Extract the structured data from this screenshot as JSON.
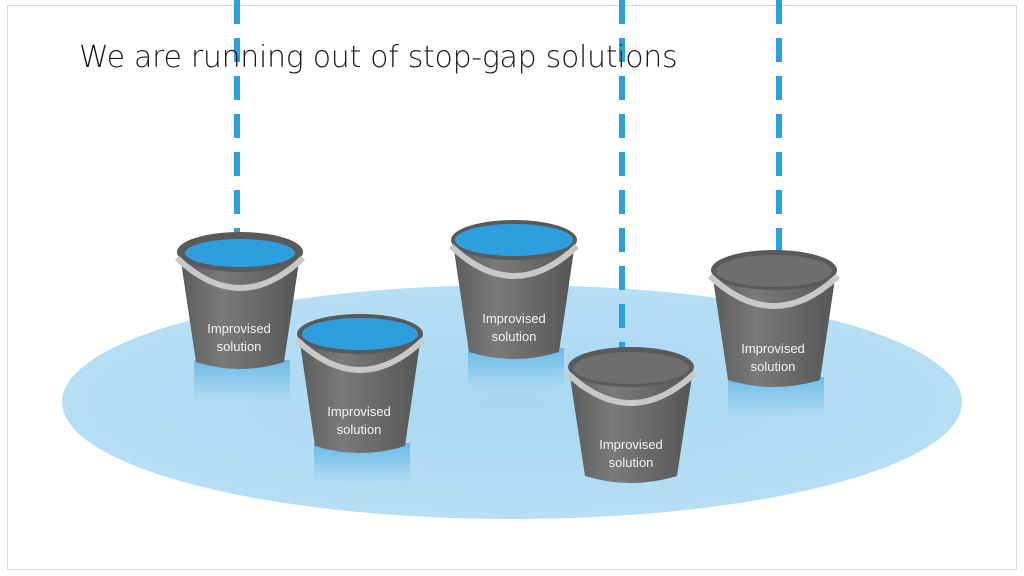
{
  "slide": {
    "title": "We are running out of stop-gap solutions"
  },
  "buckets": [
    {
      "line1": "Improvised",
      "line2": "solution",
      "filled": true
    },
    {
      "line1": "Improvised",
      "line2": "solution",
      "filled": true
    },
    {
      "line1": "Improvised",
      "line2": "solution",
      "filled": true
    },
    {
      "line1": "Improvised",
      "line2": "solution",
      "filled": false
    },
    {
      "line1": "Improvised",
      "line2": "solution",
      "filled": false
    }
  ],
  "colors": {
    "puddle": "#a9d8f2",
    "water": "#2e9fde",
    "drip": "#2e9fde",
    "bucket_body": "#6d6d6d",
    "bucket_rim": "#5a5a5a",
    "handle": "#c8c8c8"
  }
}
